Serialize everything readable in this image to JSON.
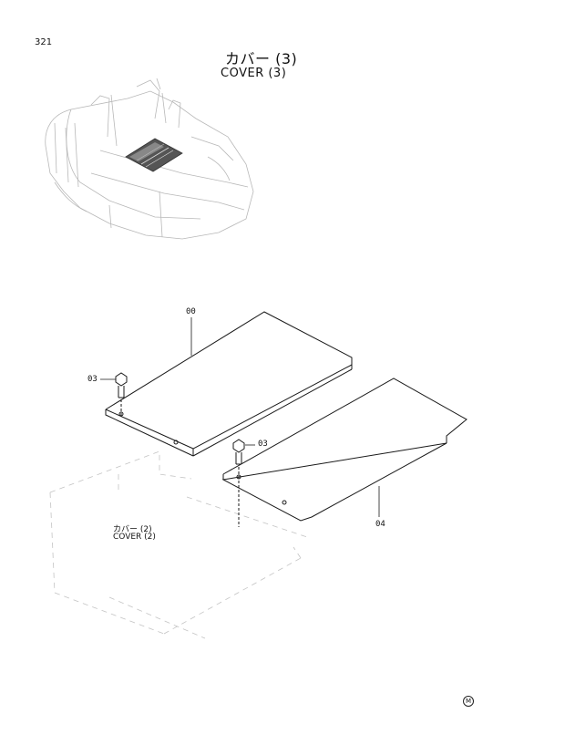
{
  "header": {
    "page_number": "321",
    "title_jp": "カバー (3)",
    "title_en": "COVER (3)"
  },
  "callouts": {
    "part_00": "00",
    "part_03_left": "03",
    "part_03_right": "03",
    "part_04": "04"
  },
  "reference": {
    "label_jp": "カバー (2)",
    "label_en": "COVER (2)"
  },
  "footer": {
    "mark": "M"
  }
}
